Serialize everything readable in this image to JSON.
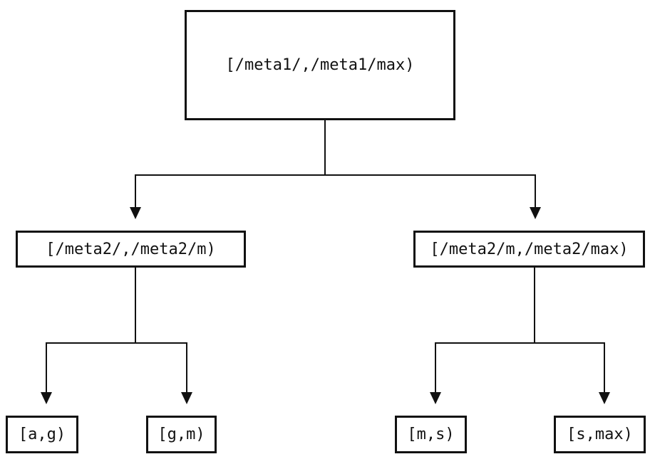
{
  "diagram": {
    "type": "tree",
    "nodes": {
      "root": {
        "label": "[/meta1/,/meta1/max)"
      },
      "left_child": {
        "label": "[/meta2/,/meta2/m)"
      },
      "right_child": {
        "label": "[/meta2/m,/meta2/max)"
      },
      "leaf_a_g": {
        "label": "[a,g)"
      },
      "leaf_g_m": {
        "label": "[g,m)"
      },
      "leaf_m_s": {
        "label": "[m,s)"
      },
      "leaf_s_max": {
        "label": "[s,max)"
      }
    },
    "edges": [
      {
        "from": "root",
        "to": "left_child"
      },
      {
        "from": "root",
        "to": "right_child"
      },
      {
        "from": "left_child",
        "to": "leaf_a_g"
      },
      {
        "from": "left_child",
        "to": "leaf_g_m"
      },
      {
        "from": "right_child",
        "to": "leaf_m_s"
      },
      {
        "from": "right_child",
        "to": "leaf_s_max"
      }
    ],
    "colors": {
      "line": "#111111",
      "text": "#111111",
      "background": "#ffffff"
    }
  }
}
